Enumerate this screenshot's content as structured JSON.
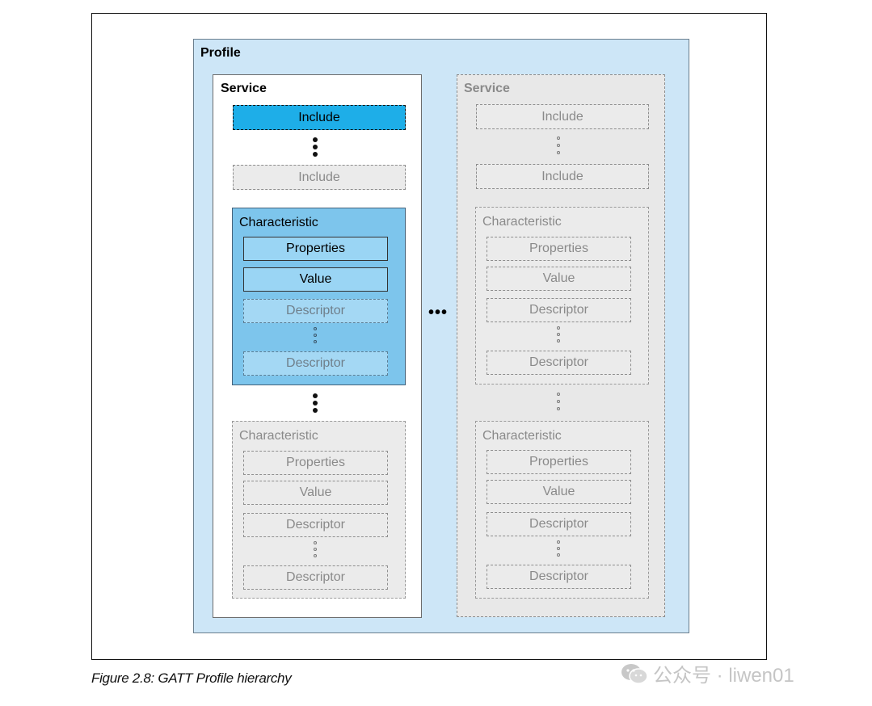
{
  "figure": {
    "caption": "Figure 2.8:  GATT Profile hierarchy",
    "watermark": "公众号 · liwen01",
    "watermark_icon": "wechat-icon"
  },
  "profile": {
    "label": "Profile",
    "fill_color": "#cde6f7",
    "ellipsis": "•••",
    "services": [
      {
        "label": "Service",
        "includes": [
          "Include",
          "Include"
        ],
        "characteristics": [
          {
            "label": "Characteristic",
            "properties": "Properties",
            "value": "Value",
            "descriptors": [
              "Descriptor",
              "Descriptor"
            ]
          },
          {
            "label": "Characteristic",
            "properties": "Properties",
            "value": "Value",
            "descriptors": [
              "Descriptor",
              "Descriptor"
            ]
          }
        ]
      },
      {
        "label": "Service",
        "includes": [
          "Include",
          "Include"
        ],
        "characteristics": [
          {
            "label": "Characteristic",
            "properties": "Properties",
            "value": "Value",
            "descriptors": [
              "Descriptor",
              "Descriptor"
            ]
          },
          {
            "label": "Characteristic",
            "properties": "Properties",
            "value": "Value",
            "descriptors": [
              "Descriptor",
              "Descriptor"
            ]
          }
        ]
      }
    ]
  },
  "colors": {
    "highlight_include": "#1eaee8",
    "highlight_characteristic": "#7dc5ec",
    "inactive_grey": "#ebebeb"
  }
}
